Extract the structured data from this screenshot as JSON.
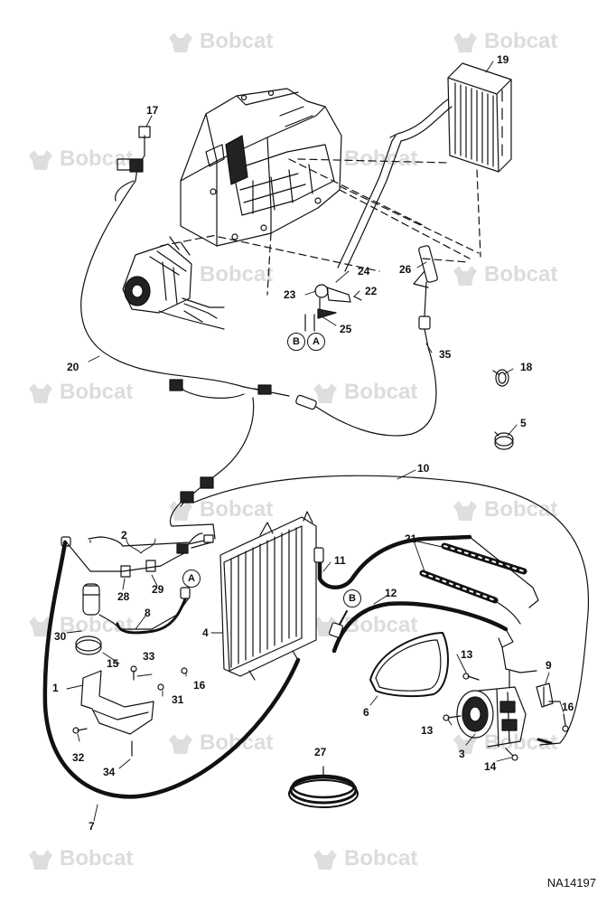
{
  "watermark": {
    "brand": "Bobcat",
    "icon": "bobcat-logo-icon",
    "color": "#dedede"
  },
  "drawing_number": "NA14197",
  "callouts": [
    "1",
    "2",
    "3",
    "4",
    "5",
    "6",
    "7",
    "8",
    "9",
    "10",
    "11",
    "12",
    "13",
    "13",
    "14",
    "15",
    "16",
    "16",
    "17",
    "18",
    "19",
    "20",
    "21",
    "22",
    "23",
    "24",
    "25",
    "26",
    "27",
    "28",
    "29",
    "30",
    "31",
    "32",
    "33",
    "34",
    "35"
  ],
  "connectors": [
    "A",
    "B",
    "A",
    "B"
  ]
}
